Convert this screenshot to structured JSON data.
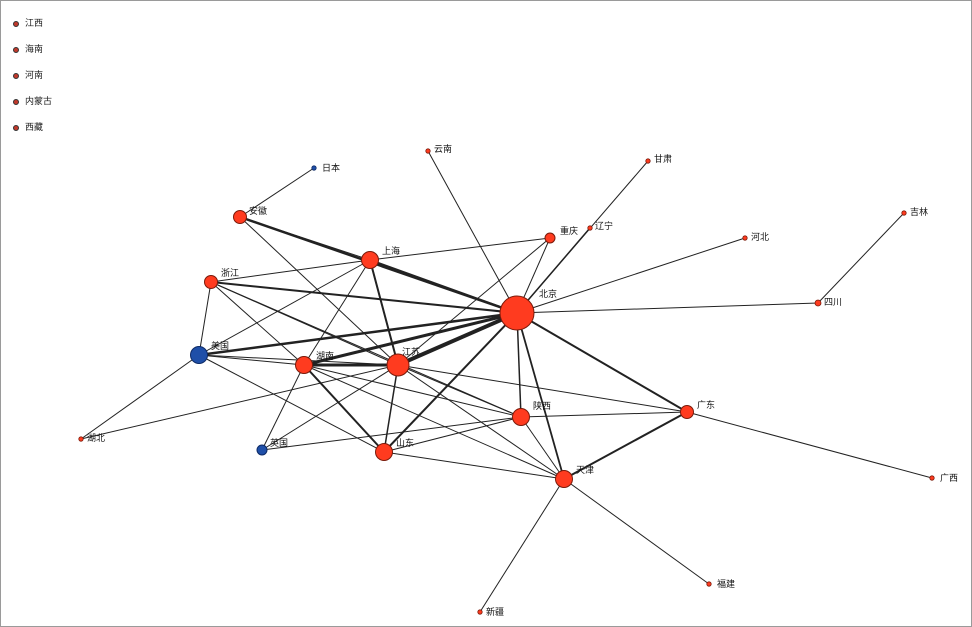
{
  "colors": {
    "domestic": "#ff3b1f",
    "foreign": "#1f4fa8",
    "edge": "#222222",
    "node_stroke": "#7a1a0a"
  },
  "isolated_nodes": [
    {
      "label": "江西"
    },
    {
      "label": "海南"
    },
    {
      "label": "河南"
    },
    {
      "label": "内蒙古"
    },
    {
      "label": "西藏"
    }
  ],
  "nodes": [
    {
      "id": "beijing",
      "label": "北京",
      "group": "domestic",
      "size": 5
    },
    {
      "id": "jiangsu",
      "label": "江苏",
      "group": "domestic",
      "size": 3
    },
    {
      "id": "shanghai",
      "label": "上海",
      "group": "domestic",
      "size": 2
    },
    {
      "id": "hunan",
      "label": "湖南",
      "group": "domestic",
      "size": 2
    },
    {
      "id": "shaanxi",
      "label": "陕西",
      "group": "domestic",
      "size": 2
    },
    {
      "id": "tianjin",
      "label": "天津",
      "group": "domestic",
      "size": 2
    },
    {
      "id": "shandong",
      "label": "山东",
      "group": "domestic",
      "size": 2
    },
    {
      "id": "guangdong",
      "label": "广东",
      "group": "domestic",
      "size": 1.5
    },
    {
      "id": "zhejiang",
      "label": "浙江",
      "group": "domestic",
      "size": 1.5
    },
    {
      "id": "anhui",
      "label": "安徽",
      "group": "domestic",
      "size": 1.5
    },
    {
      "id": "chongqing",
      "label": "重庆",
      "group": "domestic",
      "size": 1.2
    },
    {
      "id": "usa",
      "label": "美国",
      "group": "foreign",
      "size": 2
    },
    {
      "id": "uk",
      "label": "英国",
      "group": "foreign",
      "size": 1.2
    },
    {
      "id": "japan",
      "label": "日本",
      "group": "foreign",
      "size": 0.6
    },
    {
      "id": "yunnan",
      "label": "云南",
      "group": "domestic",
      "size": 0.6
    },
    {
      "id": "gansu",
      "label": "甘肃",
      "group": "domestic",
      "size": 0.6
    },
    {
      "id": "liaoning",
      "label": "辽宁",
      "group": "domestic",
      "size": 0.6
    },
    {
      "id": "hebei",
      "label": "河北",
      "group": "domestic",
      "size": 0.6
    },
    {
      "id": "jilin",
      "label": "吉林",
      "group": "domestic",
      "size": 0.6
    },
    {
      "id": "sichuan",
      "label": "四川",
      "group": "domestic",
      "size": 0.7
    },
    {
      "id": "hubei",
      "label": "湖北",
      "group": "domestic",
      "size": 0.6
    },
    {
      "id": "guangxi",
      "label": "广西",
      "group": "domestic",
      "size": 0.6
    },
    {
      "id": "fujian",
      "label": "福建",
      "group": "domestic",
      "size": 0.6
    },
    {
      "id": "xinjiang",
      "label": "新疆",
      "group": "domestic",
      "size": 0.6
    }
  ],
  "edges": [
    {
      "source": "beijing",
      "target": "jiangsu",
      "weight": 4
    },
    {
      "source": "beijing",
      "target": "hunan",
      "weight": 3
    },
    {
      "source": "beijing",
      "target": "usa",
      "weight": 2.5
    },
    {
      "source": "beijing",
      "target": "anhui",
      "weight": 2.5
    },
    {
      "source": "beijing",
      "target": "zhejiang",
      "weight": 2
    },
    {
      "source": "beijing",
      "target": "shanghai",
      "weight": 2
    },
    {
      "source": "beijing",
      "target": "shandong",
      "weight": 2
    },
    {
      "source": "beijing",
      "target": "guangdong",
      "weight": 2
    },
    {
      "source": "beijing",
      "target": "tianjin",
      "weight": 1.8
    },
    {
      "source": "beijing",
      "target": "shaanxi",
      "weight": 1.5
    },
    {
      "source": "beijing",
      "target": "liaoning",
      "weight": 1.5
    },
    {
      "source": "beijing",
      "target": "chongqing",
      "weight": 1
    },
    {
      "source": "beijing",
      "target": "yunnan",
      "weight": 1
    },
    {
      "source": "beijing",
      "target": "hebei",
      "weight": 1
    },
    {
      "source": "beijing",
      "target": "sichuan",
      "weight": 1
    },
    {
      "source": "beijing",
      "target": "gansu",
      "weight": 1
    },
    {
      "source": "shanghai",
      "target": "jiangsu",
      "weight": 2
    },
    {
      "source": "shanghai",
      "target": "zhejiang",
      "weight": 1
    },
    {
      "source": "shanghai",
      "target": "chongqing",
      "weight": 1
    },
    {
      "source": "shanghai",
      "target": "usa",
      "weight": 1
    },
    {
      "source": "shanghai",
      "target": "hunan",
      "weight": 1
    },
    {
      "source": "anhui",
      "target": "shanghai",
      "weight": 1
    },
    {
      "source": "anhui",
      "target": "jiangsu",
      "weight": 1
    },
    {
      "source": "anhui",
      "target": "japan",
      "weight": 1
    },
    {
      "source": "zhejiang",
      "target": "usa",
      "weight": 1
    },
    {
      "source": "zhejiang",
      "target": "hunan",
      "weight": 1
    },
    {
      "source": "zhejiang",
      "target": "jiangsu",
      "weight": 1
    },
    {
      "source": "zhejiang",
      "target": "shaanxi",
      "weight": 1
    },
    {
      "source": "usa",
      "target": "hunan",
      "weight": 1
    },
    {
      "source": "usa",
      "target": "shandong",
      "weight": 1
    },
    {
      "source": "usa",
      "target": "hubei",
      "weight": 1
    },
    {
      "source": "usa",
      "target": "jiangsu",
      "weight": 1
    },
    {
      "source": "hunan",
      "target": "jiangsu",
      "weight": 3
    },
    {
      "source": "hunan",
      "target": "shandong",
      "weight": 2
    },
    {
      "source": "hunan",
      "target": "shaanxi",
      "weight": 1
    },
    {
      "source": "hunan",
      "target": "uk",
      "weight": 1
    },
    {
      "source": "hunan",
      "target": "tianjin",
      "weight": 1
    },
    {
      "source": "jiangsu",
      "target": "chongqing",
      "weight": 1
    },
    {
      "source": "jiangsu",
      "target": "shandong",
      "weight": 1.5
    },
    {
      "source": "jiangsu",
      "target": "shaanxi",
      "weight": 1
    },
    {
      "source": "jiangsu",
      "target": "guangdong",
      "weight": 1
    },
    {
      "source": "jiangsu",
      "target": "uk",
      "weight": 1
    },
    {
      "source": "jiangsu",
      "target": "tianjin",
      "weight": 1
    },
    {
      "source": "hubei",
      "target": "jiangsu",
      "weight": 1
    },
    {
      "source": "uk",
      "target": "shaanxi",
      "weight": 1
    },
    {
      "source": "shandong",
      "target": "shaanxi",
      "weight": 1
    },
    {
      "source": "shandong",
      "target": "tianjin",
      "weight": 1
    },
    {
      "source": "shaanxi",
      "target": "guangdong",
      "weight": 1
    },
    {
      "source": "shaanxi",
      "target": "tianjin",
      "weight": 1
    },
    {
      "source": "tianjin",
      "target": "guangdong",
      "weight": 2
    },
    {
      "source": "tianjin",
      "target": "xinjiang",
      "weight": 1
    },
    {
      "source": "tianjin",
      "target": "fujian",
      "weight": 1
    },
    {
      "source": "guangdong",
      "target": "guangxi",
      "weight": 1
    },
    {
      "source": "sichuan",
      "target": "jilin",
      "weight": 1
    }
  ]
}
